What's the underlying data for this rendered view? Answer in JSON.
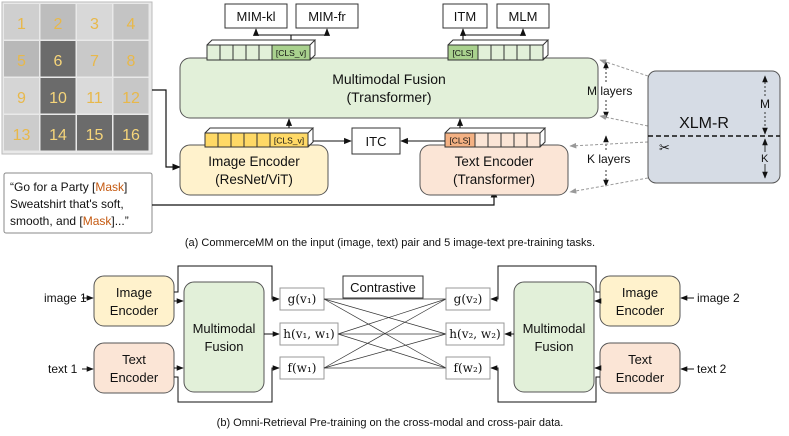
{
  "image_grid": {
    "numbers": [
      "1",
      "2",
      "3",
      "4",
      "5",
      "6",
      "7",
      "8",
      "9",
      "10",
      "11",
      "12",
      "13",
      "14",
      "15",
      "16"
    ],
    "masked": [
      6,
      10,
      14,
      15,
      16
    ]
  },
  "text_input": {
    "line1_prefix": "“Go for a Party [",
    "line1_mask": "Mask",
    "line1_suffix": "]",
    "line2": "Sweatshirt that's soft,",
    "line3_prefix": "smooth, and [",
    "line3_mask": "Mask",
    "line3_suffix": "]...”"
  },
  "top_boxes": {
    "mim_kl": "MIM-kl",
    "mim_fr": "MIM-fr",
    "itm": "ITM",
    "mlm": "MLM",
    "itc": "ITC"
  },
  "tokens": {
    "cls_v": "[CLS_v]",
    "cls": "[CLS]"
  },
  "fusion": {
    "line1": "Multimodal Fusion",
    "line2": "(Transformer)"
  },
  "image_encoder": {
    "line1": "Image Encoder",
    "line2": "(ResNet/ViT)"
  },
  "text_encoder": {
    "line1": "Text Encoder",
    "line2": "(Transformer)"
  },
  "layers": {
    "m": "M layers",
    "k": "K layers"
  },
  "xlmr": {
    "title": "XLM-R",
    "m": "M",
    "k": "K"
  },
  "caption_a": "(a) CommerceMM on the input (image, text) pair and 5 image-text pre-training tasks.",
  "part_b": {
    "contrastive": "Contrastive",
    "image1": "image 1",
    "text1": "text 1",
    "image2": "image 2",
    "text2": "text 2",
    "image_encoder_l1": "Image",
    "image_encoder_l2": "Encoder",
    "text_encoder_l1": "Text",
    "text_encoder_l2": "Encoder",
    "fusion_l1": "Multimodal",
    "fusion_l2": "Fusion",
    "g1": "g(v₁)",
    "h1": "h(v₁, w₁)",
    "f1": "f(w₁)",
    "g2": "g(v₂)",
    "h2": "h(v₂, w₂)",
    "f2": "f(w₂)"
  },
  "caption_b": "(b) Omni-Retrieval Pre-training on the cross-modal and cross-pair data.",
  "colors": {
    "green": "#e2f0d9",
    "yellow": "#fff2cc",
    "peach": "#fbe5d6",
    "gray": "#d6dce5",
    "token_yellow": "#ffd966",
    "token_green": "#a9d18e",
    "token_orange": "#f4b183",
    "mask_orange": "#c55a11"
  }
}
